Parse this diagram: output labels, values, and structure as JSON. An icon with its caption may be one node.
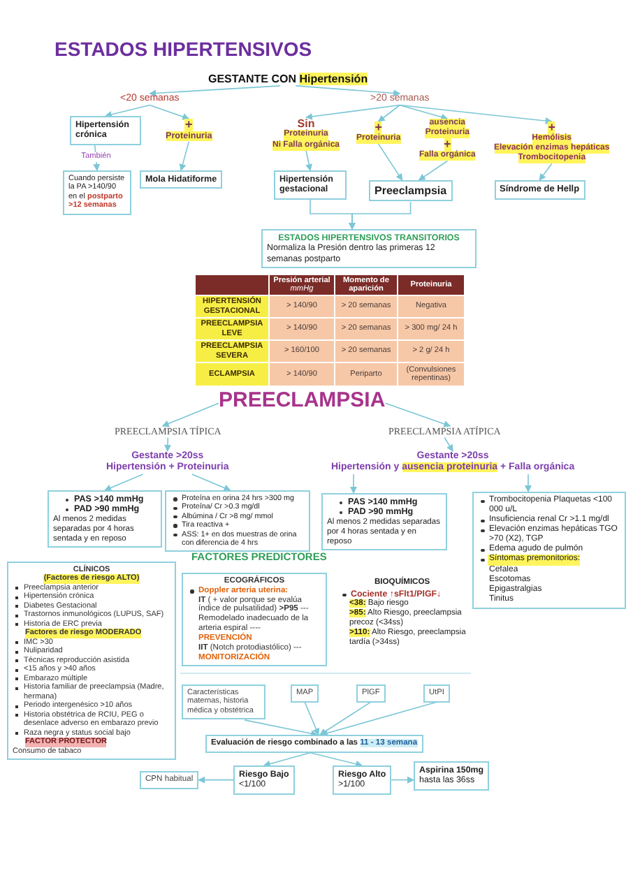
{
  "diagram": {
    "title": "ESTADOS HIPERTENSIVOS",
    "nodes": [
      {
        "text": [
          "GESTANTE CON **Hipertensión**"
        ]
      },
      {
        "text": [
          "<20 semanas"
        ]
      },
      {
        "text": [
          ">20 semanas"
        ]
      },
      {
        "text": [
          "Hipertensión crónica"
        ]
      },
      {
        "text": [
          "+",
          "Proteinuria"
        ]
      },
      {
        "text": [
          "Cuando persiste la PA >140/90 en el **postparto >12 semanas**"
        ]
      },
      {
        "text": [
          "Mola Hidatiforme"
        ]
      },
      {
        "text": [
          "Sin",
          "Proteinuria",
          "Ni Falla orgánica"
        ]
      },
      {
        "text": [
          "+",
          "Proteinuria"
        ]
      },
      {
        "text": [
          "ausencia",
          "Proteinuria",
          "+",
          "Falla orgánica"
        ]
      },
      {
        "text": [
          "+",
          "Hemólisis",
          "Elevación enzimas hepáticas",
          "Trombocitopenia"
        ]
      },
      {
        "text": [
          "Hipertensión gestacional"
        ]
      },
      {
        "text": [
          "Preeclampsia"
        ]
      },
      {
        "text": [
          "Síndrome de Hellp"
        ]
      },
      {
        "text": [
          "ESTADOS HIPERTENSIVOS TRANSITORIOS",
          "Normaliza la Presión dentro las primeras 12 semanas postparto"
        ]
      },
      {
        "text": [
          "PREECLAMPSIA"
        ]
      },
      {
        "text": [
          "PREECLAMPSIA TÍPICA"
        ]
      },
      {
        "text": [
          "PREECLAMPSIA ATÍPICA"
        ]
      },
      {
        "text": [
          "Gestante >20ss",
          "Hipertensión + Proteinuria"
        ]
      },
      {
        "text": [
          "Gestante >20ss",
          "Hipertensión y **ausencia proteinuria** + Falla orgánica"
        ]
      },
      {
        "text": [
          "PAS >140 mmHg",
          "PAD >90 mmHg",
          "Al menos 2 medidas separadas por 4 horas sentada y en reposo"
        ]
      },
      {
        "text": [
          "Proteína en orina 24 hrs >300 mg",
          "Proteína/ Cr >0.3 mg/dl",
          "Albúmina / Cr >8 mg/ mmol",
          "Tira reactiva +",
          "ASS: 1+ en dos muestras de orina con diferencia de 4 hrs"
        ]
      },
      {
        "text": [
          "PAS >140 mmHg",
          "PAD >90 mmHg",
          "Al menos 2 medidas separadas por 4 horas sentada y en reposo"
        ]
      },
      {
        "text": [
          "Trombocitopenia Plaquetas <100 000 u/L",
          "Insuficiencia renal Cr >1.1 mg/dl",
          "Elevación enzimas hepáticas TGO >70 (X2), TGP",
          "Edema agudo de pulmón",
          "Síntomas premonitorios:",
          "Cefalea",
          "Escotomas",
          "Epigastralgias",
          "Tinitus"
        ]
      },
      {
        "text": [
          "CLÍNICOS",
          "(Factores de riesgo ALTO)",
          "Preeclampsia anterior",
          "Hipertensión crónica",
          "Diabetes Gestacional",
          "Trastornos inmunológicos (LUPUS, SAF)",
          "Historia de ERC previa",
          "Factores de riesgo MODERADO",
          "IMC >30",
          "Nuliparidad",
          "Técnicas reproducción asistida",
          "<15 años y >40 años",
          "Embarazo múltiple",
          "Historia familiar de preeclampsia (Madre, hermana)",
          "Periodo intergenésico >10 años",
          "Historia obstétrica de RCIU, PEG o desenlace adverso en embarazo previo",
          "Raza negra y status social bajo",
          "FACTOR PROTECTOR",
          "Consumo de tabaco"
        ]
      },
      {
        "text": [
          "ECOGRÁFICOS",
          "Doppler arteria uterina:",
          "**IT** ( + valor porque se evalúa índice de pulsatilidad) **>P95** --- Remodelado inadecuado de la arteria espiral ----",
          "PREVENCIÓN",
          "**IIT** (Notch protodiastólico) ---",
          "MONITORIZACIÓN"
        ]
      },
      {
        "text": [
          "Características maternas, historia médica y obstétrica"
        ]
      },
      {
        "text": [
          "MAP"
        ]
      },
      {
        "text": [
          "PlGF"
        ]
      },
      {
        "text": [
          "UtPI"
        ]
      },
      {
        "text": [
          "Evaluación de riesgo combinado a las **11 - 13 semana**"
        ]
      },
      {
        "text": [
          "Riesgo Bajo",
          "<1/100"
        ]
      },
      {
        "text": [
          "Riesgo Alto",
          ">1/100"
        ]
      },
      {
        "text": [
          "CPN habitual"
        ]
      },
      {
        "text": [
          "Aspirina 150mg",
          "hasta las 36ss"
        ]
      }
    ],
    "edges": [
      {
        "from": 0,
        "to": 1,
        "arrow": "to"
      },
      {
        "from": 0,
        "to": 2,
        "arrow": "to"
      },
      {
        "from": 1,
        "to": 3,
        "arrow": "to"
      },
      {
        "from": 1,
        "to": 4,
        "arrow": "to"
      },
      {
        "from": 3,
        "to": 5,
        "arrow": "to",
        "label": "También"
      },
      {
        "from": 4,
        "to": 6,
        "arrow": "to"
      },
      {
        "from": 2,
        "to": 7,
        "arrow": "to"
      },
      {
        "from": 2,
        "to": 8,
        "arrow": "to"
      },
      {
        "from": 2,
        "to": 9,
        "arrow": "to"
      },
      {
        "from": 2,
        "to": 10,
        "arrow": "to"
      },
      {
        "from": 7,
        "to": 11,
        "arrow": "to"
      },
      {
        "from": 8,
        "to": 12,
        "arrow": "to"
      },
      {
        "from": 9,
        "to": 12,
        "arrow": "to"
      },
      {
        "from": 10,
        "to": 13,
        "arrow": "to"
      },
      {
        "from": 11,
        "to": 14,
        "arrow": "to"
      },
      {
        "from": 12,
        "to": 14,
        "arrow": "to"
      },
      {
        "from": 15,
        "to": 16,
        "arrow": "to"
      },
      {
        "from": 15,
        "to": 17,
        "arrow": "to"
      },
      {
        "from": 16,
        "to": 18,
        "arrow": "to"
      },
      {
        "from": 17,
        "to": 19,
        "arrow": "to"
      },
      {
        "from": 18,
        "to": 20,
        "arrow": "to"
      },
      {
        "from": 18,
        "to": 21,
        "arrow": "to"
      },
      {
        "from": 19,
        "to": 22,
        "arrow": "to"
      },
      {
        "from": 19,
        "to": 23,
        "arrow": "to"
      },
      {
        "from": 26,
        "to": 30,
        "arrow": "to"
      },
      {
        "from": 27,
        "to": 30,
        "arrow": "to"
      },
      {
        "from": 28,
        "to": 30,
        "arrow": "to"
      },
      {
        "from": 29,
        "to": 30,
        "arrow": "to"
      },
      {
        "from": 30,
        "to": 31,
        "arrow": "to"
      },
      {
        "from": 30,
        "to": 32,
        "arrow": "to"
      },
      {
        "from": 31,
        "to": 33,
        "arrow": "to"
      },
      {
        "from": 32,
        "to": 34,
        "arrow": "to"
      }
    ],
    "labels": [
      "Presión arterial *mmHg*",
      "Momento de aparición",
      "Proteinuria",
      "HIPERTENSIÓN GESTACIONAL",
      "> 140/90",
      "> 20 semanas",
      "Negativa",
      "PREECLAMPSIA LEVE",
      "> 140/90",
      "> 20 semanas",
      "> 300 mg/ 24 h",
      "PREECLAMPSIA SEVERA",
      "> 160/100",
      "> 20 semanas",
      "> 2 g/ 24 h",
      "ECLAMPSIA",
      "> 140/90",
      "Periparto",
      "(Convulsiones repentinas)",
      "FACTORES PREDICTORES",
      "BIOQUÍMICOS",
      "Cociente ↑sFlt1/PlGF↓",
      "**<38:** Bajo riesgo",
      "**>85:** Alto Riesgo, preeclampsia precoz (<34ss)",
      "**>110:** Alto Riesgo, preeclampsia tardía (>34ss)"
    ]
  }
}
